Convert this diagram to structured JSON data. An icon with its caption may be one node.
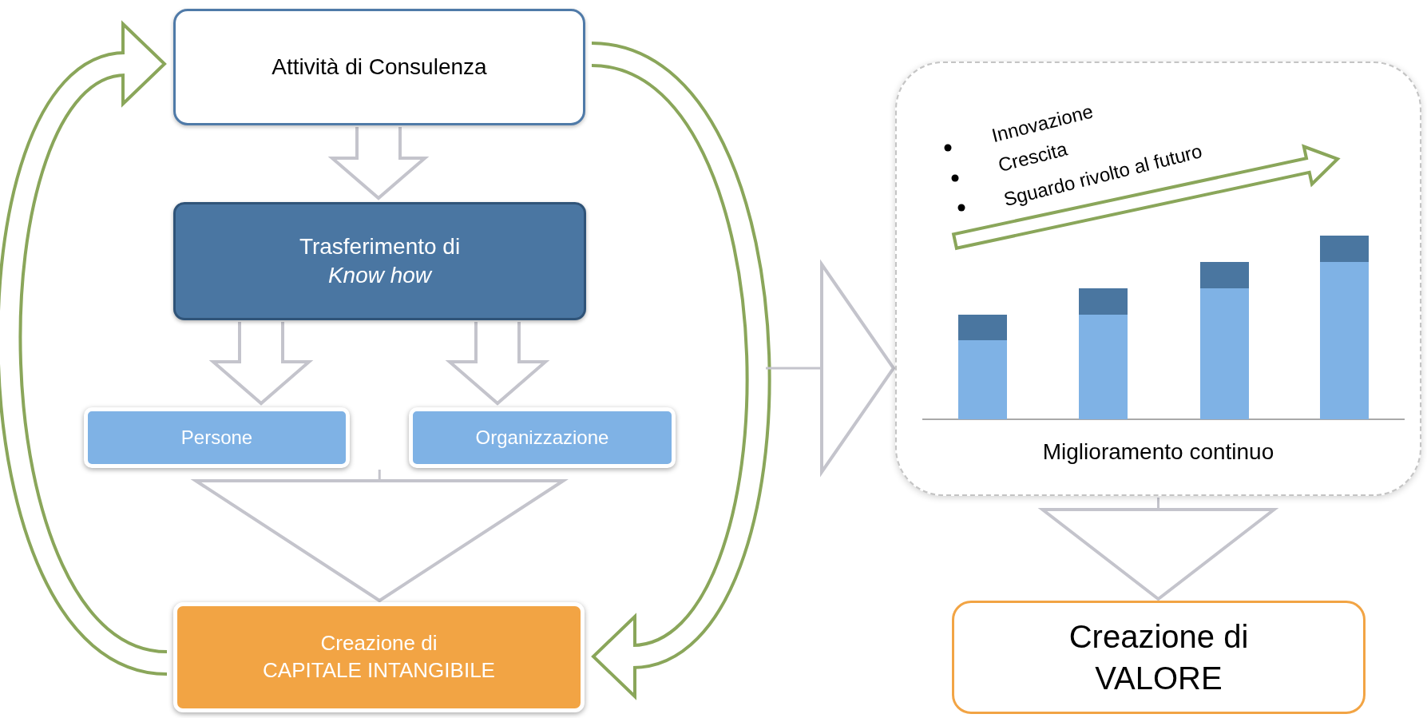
{
  "diagram": {
    "nodes": [
      {
        "text": [
          "Attività di Consulenza"
        ]
      },
      {
        "text": [
          "Trasferimento di *Know how*"
        ]
      },
      {
        "text": [
          "Persone"
        ]
      },
      {
        "text": [
          "Organizzazione"
        ]
      },
      {
        "text": [
          "Creazione di CAPITALE INTANGIBILE"
        ]
      },
      {
        "text": [
          "Innovazione",
          "Crescita",
          "Sguardo rivolto al futuro",
          "Miglioramento continuo"
        ]
      },
      {
        "text": [
          "Creazione di VALORE"
        ]
      }
    ],
    "edges": [
      {
        "from": 0,
        "to": 1,
        "arrow": "to",
        "style": "thick"
      },
      {
        "from": 1,
        "to": 2,
        "arrow": "to",
        "style": "thick"
      },
      {
        "from": 1,
        "to": 3,
        "arrow": "to",
        "style": "thick"
      },
      {
        "from": 2,
        "to": 4,
        "arrow": "to"
      },
      {
        "from": 3,
        "to": 4,
        "arrow": "to"
      },
      {
        "from": 0,
        "to": 4,
        "arrow": "to",
        "color": "#8aa65a"
      },
      {
        "from": 4,
        "to": 0,
        "arrow": "to",
        "color": "#8aa65a"
      },
      {
        "from": null,
        "to": 5,
        "arrow": "to"
      },
      {
        "from": 5,
        "to": 6,
        "arrow": "to"
      }
    ]
  }
}
